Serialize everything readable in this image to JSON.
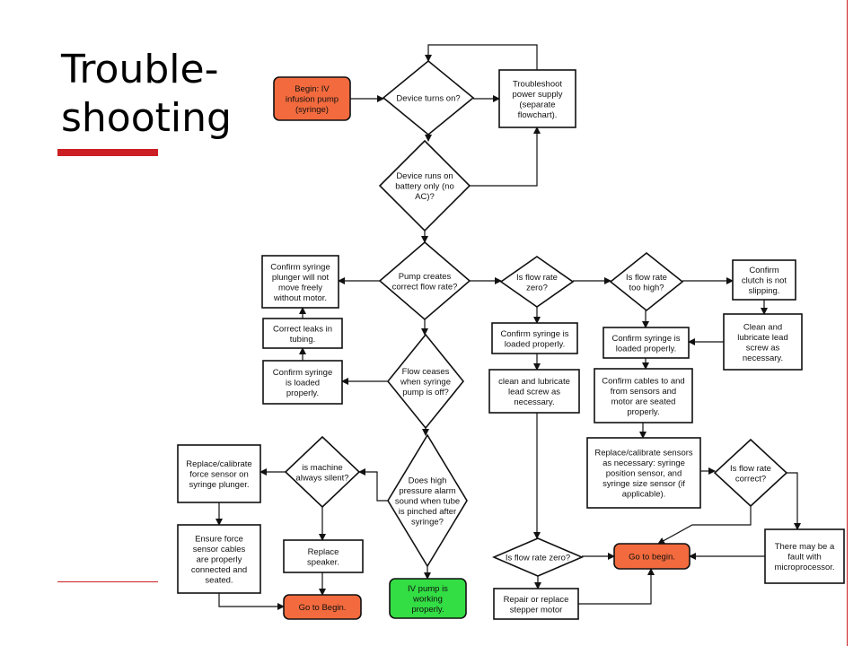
{
  "slide": {
    "title_line1": "Trouble-",
    "title_line2": "shooting"
  },
  "colors": {
    "accent": "#cc1f24",
    "start": "#f26a3d",
    "end_ok": "#33dd44",
    "node_fill": "#ffffff",
    "stroke": "#111111"
  },
  "nodes": {
    "begin": [
      "Begin: IV",
      "infusion pump",
      "(syringe)"
    ],
    "turns_on": [
      "Device turns on?"
    ],
    "ts_power": [
      "Troubleshoot",
      "power supply",
      "(separate",
      "flowchart)."
    ],
    "battery": [
      "Device runs on",
      "battery only (no",
      "AC)?"
    ],
    "confirm_plunger": [
      "Confirm syringe",
      "plunger will not",
      "move freely",
      "without motor."
    ],
    "flow_rate": [
      "Pump creates",
      "correct flow rate?"
    ],
    "zero1": [
      "Is flow rate",
      "zero?"
    ],
    "too_high": [
      "Is flow rate",
      "too high?"
    ],
    "clutch": [
      "Confirm",
      "clutch is not",
      "slipping."
    ],
    "correct_leaks": [
      "Correct leaks in",
      "tubing."
    ],
    "loaded_a": [
      "Confirm syringe is",
      "loaded properly."
    ],
    "loaded_b": [
      "Confirm syringe is",
      "loaded properly."
    ],
    "clean_a": [
      "Clean and",
      "lubricate lead",
      "screw as",
      "necessary."
    ],
    "loaded_c": [
      "Confirm syringe",
      "is loaded",
      "properly."
    ],
    "flow_ceases": [
      "Flow ceases",
      "when syringe",
      "pump is off?"
    ],
    "clean_b": [
      "clean and lubricate",
      "lead screw as",
      "necessary."
    ],
    "cables": [
      "Confirm cables to and",
      "from sensors and",
      "motor are seated",
      "properly."
    ],
    "replace_sensors": [
      "Replace/calibrate sensors",
      "as necessary: syringe",
      "position sensor, and",
      "syringe size sensor (if",
      "applicable)."
    ],
    "replace_force": [
      "Replace/calibrate",
      "force sensor on",
      "syringe plunger."
    ],
    "silent": [
      "is machine",
      "always silent?"
    ],
    "alarm": [
      "Does high",
      "pressure alarm",
      "sound when tube",
      "is pinched after",
      "syringe?"
    ],
    "flow_correct": [
      "Is flow rate",
      "correct?"
    ],
    "ensure_force": [
      "Ensure force",
      "sensor cables",
      "are properly",
      "connected and",
      "seated."
    ],
    "replace_speaker": [
      "Replace",
      "speaker."
    ],
    "zero2": [
      "Is flow rate zero?"
    ],
    "goto_begin_a": [
      "Go to begin."
    ],
    "fault": [
      "There may be a",
      "fault with",
      "microprocessor."
    ],
    "goto_begin_b": [
      "Go to Begin."
    ],
    "working": [
      "IV pump is",
      "working",
      "properly."
    ],
    "repair": [
      "Repair or replace",
      "stepper motor"
    ]
  }
}
